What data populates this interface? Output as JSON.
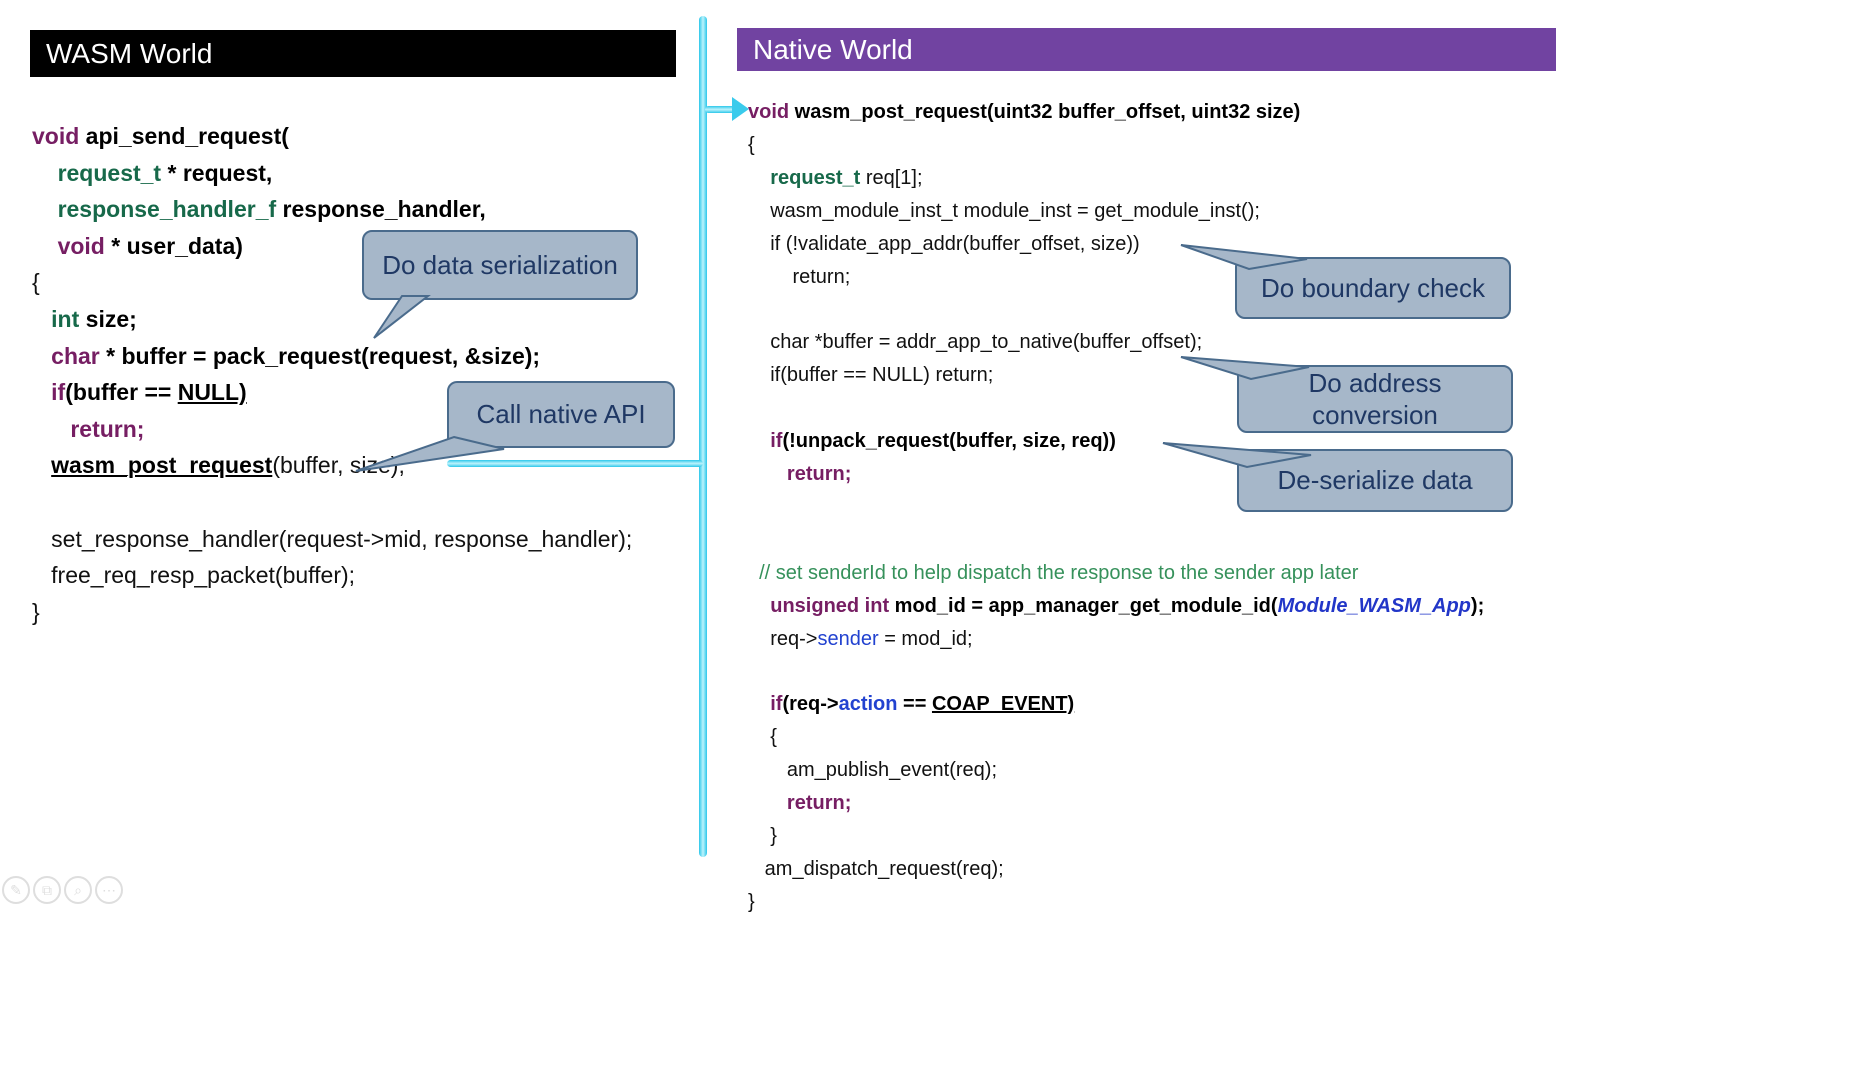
{
  "left_panel": {
    "header": "WASM World",
    "code": [
      [
        {
          "t": "void ",
          "c": "kw"
        },
        {
          "t": "api_send_request(",
          "c": "bold"
        }
      ],
      [
        {
          "t": "    ",
          "c": "plain"
        },
        {
          "t": "request_t",
          "c": "type"
        },
        {
          "t": " * request,",
          "c": "bold"
        }
      ],
      [
        {
          "t": "    ",
          "c": "plain"
        },
        {
          "t": "response_handler_f",
          "c": "type"
        },
        {
          "t": " response_handler,",
          "c": "bold"
        }
      ],
      [
        {
          "t": "    ",
          "c": "plain"
        },
        {
          "t": "void",
          "c": "kw"
        },
        {
          "t": " * user_data)",
          "c": "bold"
        }
      ],
      [
        {
          "t": "{",
          "c": "plain"
        }
      ],
      [
        {
          "t": "   ",
          "c": "plain"
        },
        {
          "t": "int",
          "c": "type"
        },
        {
          "t": " size;",
          "c": "bold"
        }
      ],
      [
        {
          "t": "   ",
          "c": "plain"
        },
        {
          "t": "char",
          "c": "kw"
        },
        {
          "t": " * buffer = pack_request(request, &size);",
          "c": "bold"
        }
      ],
      [
        {
          "t": "   ",
          "c": "plain"
        },
        {
          "t": "if",
          "c": "kw"
        },
        {
          "t": "(buffer == ",
          "c": "bold"
        },
        {
          "t": "NULL)",
          "c": "boldu"
        }
      ],
      [
        {
          "t": "      ",
          "c": "plain"
        },
        {
          "t": "return;",
          "c": "kw"
        }
      ],
      [
        {
          "t": "   ",
          "c": "plain"
        },
        {
          "t": "wasm_post_request",
          "c": "boldu"
        },
        {
          "t": "(buffer, size);",
          "c": "plain"
        }
      ],
      [],
      [
        {
          "t": "   set_response_handler(request->mid, response_handler);",
          "c": "plain"
        }
      ],
      [
        {
          "t": "   free_req_resp_packet(buffer);",
          "c": "plain"
        }
      ],
      [
        {
          "t": "}",
          "c": "plain"
        }
      ]
    ]
  },
  "right_panel": {
    "header": "Native World",
    "code": [
      [
        {
          "t": "void ",
          "c": "kw"
        },
        {
          "t": "wasm_post_request(uint32 buffer_offset, uint32 size)",
          "c": "bold"
        }
      ],
      [
        {
          "t": "{",
          "c": "plain"
        }
      ],
      [
        {
          "t": "    ",
          "c": "plain"
        },
        {
          "t": "request_t",
          "c": "type"
        },
        {
          "t": " req[1];",
          "c": "plain"
        }
      ],
      [
        {
          "t": "    wasm_module_inst_t module_inst = get_module_inst();",
          "c": "plain"
        }
      ],
      [
        {
          "t": "    if (!validate_app_addr(buffer_offset, size))",
          "c": "plain"
        }
      ],
      [
        {
          "t": "        return;",
          "c": "plain"
        }
      ],
      [],
      [
        {
          "t": "    char *buffer = addr_app_to_native(buffer_offset);",
          "c": "plain"
        }
      ],
      [
        {
          "t": "    if(buffer == NULL) return;",
          "c": "plain"
        }
      ],
      [],
      [
        {
          "t": "    ",
          "c": "plain"
        },
        {
          "t": "if",
          "c": "kw"
        },
        {
          "t": "(!unpack_request(buffer, size, req))",
          "c": "bold"
        }
      ],
      [
        {
          "t": "       ",
          "c": "plain"
        },
        {
          "t": "return;",
          "c": "kw"
        }
      ],
      [],
      [],
      [
        {
          "t": "  ",
          "c": "plain"
        },
        {
          "t": "// set senderId to help dispatch the response to the sender app later",
          "c": "comment"
        }
      ],
      [
        {
          "t": "    ",
          "c": "plain"
        },
        {
          "t": "unsigned int",
          "c": "kw"
        },
        {
          "t": " mod_id = app_manager_get_module_id(",
          "c": "bold"
        },
        {
          "t": "Module_WASM_App",
          "c": "bluei"
        },
        {
          "t": ");",
          "c": "bold"
        }
      ],
      [
        {
          "t": "    req->",
          "c": "plain"
        },
        {
          "t": "sender",
          "c": "blue"
        },
        {
          "t": " = mod_id;",
          "c": "plain"
        }
      ],
      [],
      [
        {
          "t": "    ",
          "c": "plain"
        },
        {
          "t": "if",
          "c": "kw"
        },
        {
          "t": "(req->",
          "c": "bold"
        },
        {
          "t": "action",
          "c": "blueb"
        },
        {
          "t": " == ",
          "c": "bold"
        },
        {
          "t": "COAP_EVENT)",
          "c": "boldu"
        }
      ],
      [
        {
          "t": "    {",
          "c": "plain"
        }
      ],
      [
        {
          "t": "       am_publish_event(req);",
          "c": "plain"
        }
      ],
      [
        {
          "t": "       ",
          "c": "plain"
        },
        {
          "t": "return;",
          "c": "kw"
        }
      ],
      [
        {
          "t": "    }",
          "c": "plain"
        }
      ],
      [
        {
          "t": "   am_dispatch_request(req);",
          "c": "plain"
        }
      ],
      [
        {
          "t": "}",
          "c": "plain"
        }
      ]
    ]
  },
  "callouts": [
    {
      "text": "Do data serialization"
    },
    {
      "text": "Call native API"
    },
    {
      "text": "Do boundary check"
    },
    {
      "text": "Do address conversion"
    },
    {
      "text": "De-serialize data"
    }
  ],
  "toolbar": {
    "icons": [
      {
        "name": "pen-icon",
        "glyph": "✎"
      },
      {
        "name": "annotate-icon",
        "glyph": "⧉"
      },
      {
        "name": "zoom-icon",
        "glyph": "⌕"
      },
      {
        "name": "more-options-icon",
        "glyph": "⋯"
      }
    ]
  },
  "colors": {
    "wasm_header_bg": "#000000",
    "native_header_bg": "#7143A1",
    "connector_cyan": "#3ACBEC",
    "callout_fill": "#A6B7C9",
    "callout_border": "#4A6B8C",
    "callout_text": "#1F3864",
    "keyword_purple": "#761E63",
    "type_green": "#17694A",
    "comment_green": "#36915B",
    "identifier_blue": "#2242D0"
  }
}
